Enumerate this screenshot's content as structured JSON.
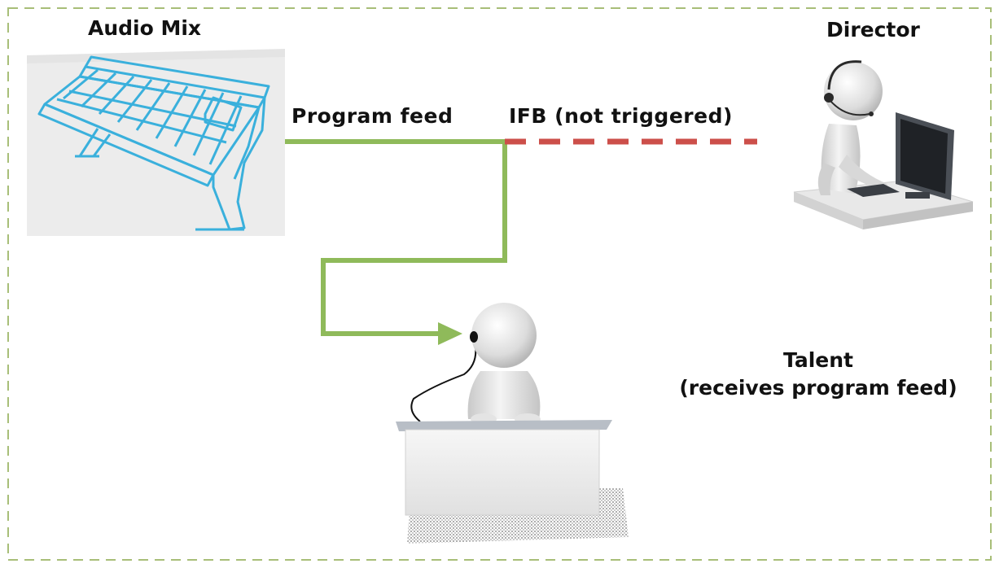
{
  "labels": {
    "audio_mix": "Audio Mix",
    "director": "Director",
    "program_feed": "Program feed",
    "ifb": "IFB (not triggered)",
    "talent": "Talent",
    "talent_note": "(receives program feed)"
  },
  "colors": {
    "frame_dash": "#a8be78",
    "program_line": "#8fba5a",
    "ifb_line": "#cc4f4a",
    "console_outline": "#3ab0dc",
    "console_bg": "#ececec",
    "figure": "#e2e2e2",
    "text": "#111111"
  },
  "icons": [
    "audio-console-icon",
    "director-at-computer-icon",
    "talent-at-desk-icon",
    "arrow-head-icon"
  ]
}
